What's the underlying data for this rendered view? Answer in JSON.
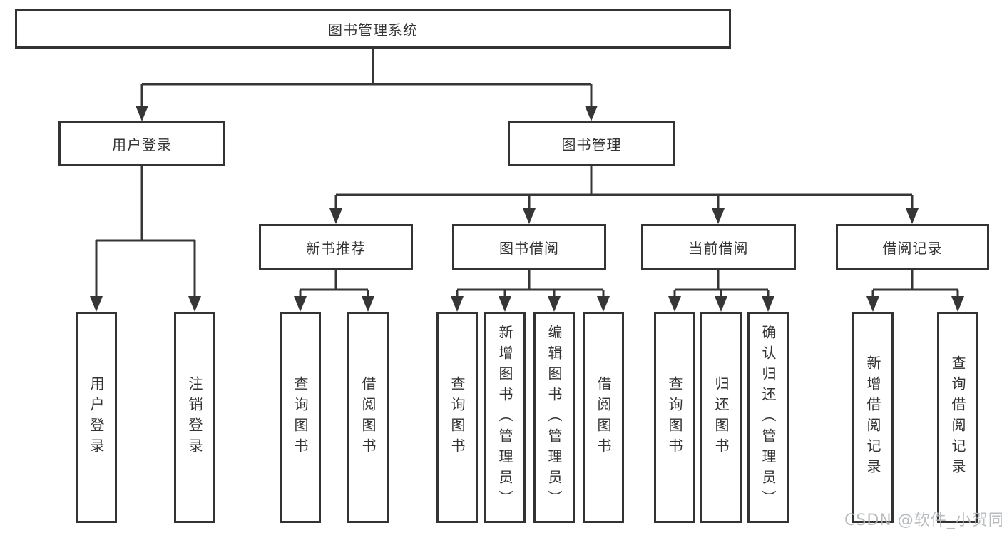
{
  "diagram": {
    "root": {
      "label": "图书管理系统"
    },
    "level2": [
      {
        "label": "用户登录"
      },
      {
        "label": "图书管理"
      }
    ],
    "level3": [
      {
        "label": "新书推荐"
      },
      {
        "label": "图书借阅"
      },
      {
        "label": "当前借阅"
      },
      {
        "label": "借阅记录"
      }
    ],
    "leaves": {
      "user_login": [
        {
          "label": "用户登录"
        },
        {
          "label": "注销登录"
        }
      ],
      "new_books": [
        {
          "label": "查询图书"
        },
        {
          "label": "借阅图书"
        }
      ],
      "book_borrow": [
        {
          "label": "查询图书"
        },
        {
          "label": "新增图书（管理员）"
        },
        {
          "label": "编辑图书（管理员）"
        },
        {
          "label": "借阅图书"
        }
      ],
      "current_borrow": [
        {
          "label": "查询图书"
        },
        {
          "label": "归还图书"
        },
        {
          "label": "确认归还（管理员）"
        }
      ],
      "borrow_records": [
        {
          "label": "新增借阅记录"
        },
        {
          "label": "查询借阅记录"
        }
      ]
    },
    "watermark": "CSDN @软件_小贺同学",
    "colors": {
      "line": "#363636",
      "border": "#333333",
      "text": "#333333",
      "watermark": "#b4b7ba",
      "background": "#ffffff"
    }
  }
}
